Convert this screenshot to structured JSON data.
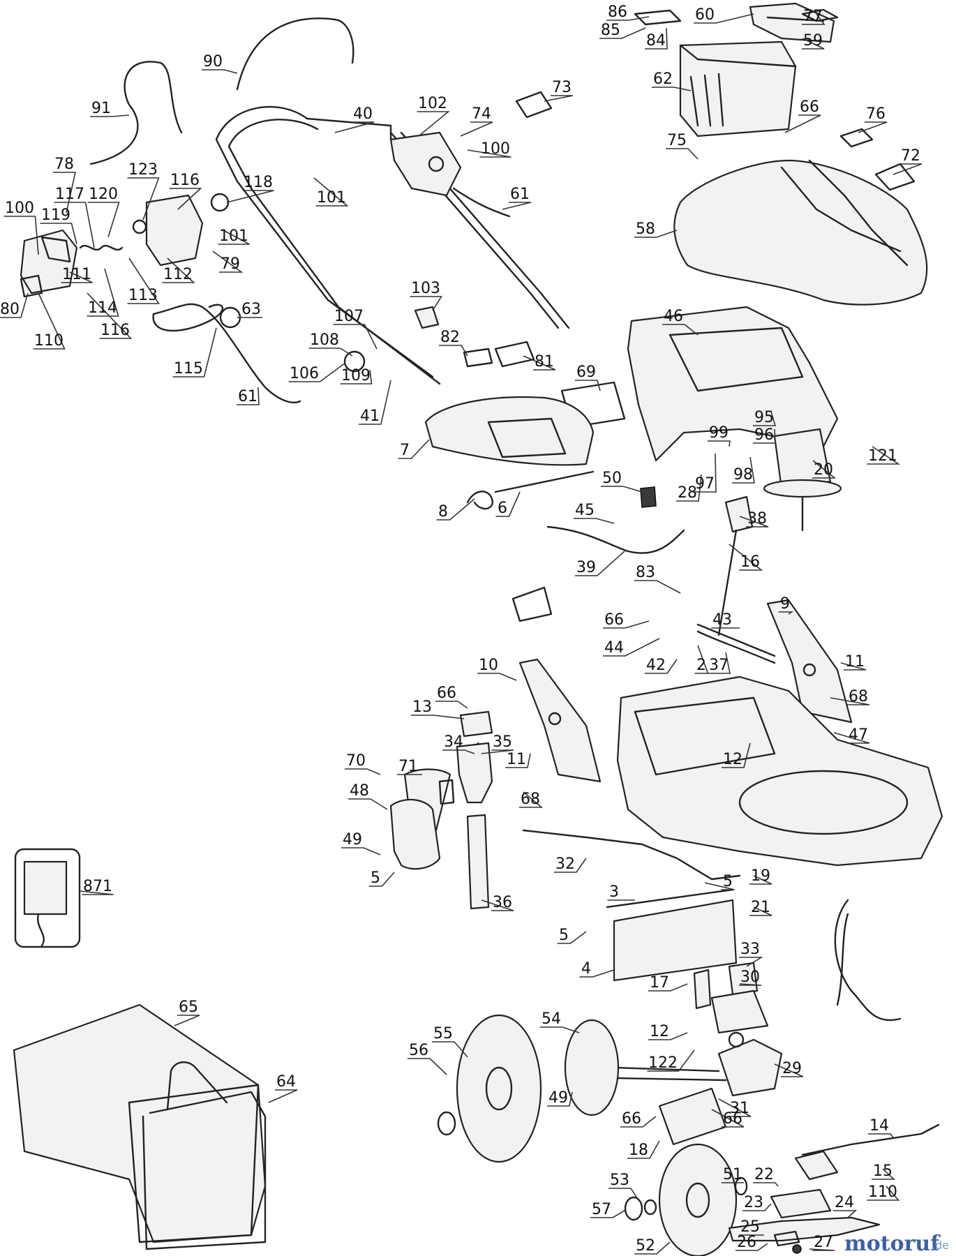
{
  "labels": [
    "86",
    "85",
    "84",
    "60",
    "77",
    "59",
    "90",
    "62",
    "102",
    "73",
    "74",
    "100",
    "91",
    "40",
    "66",
    "76",
    "75",
    "72",
    "78",
    "123",
    "116",
    "118",
    "101",
    "61",
    "58",
    "100",
    "117",
    "120",
    "119",
    "112",
    "101",
    "79",
    "111",
    "114",
    "113",
    "116",
    "80",
    "110",
    "115",
    "63",
    "61",
    "103",
    "82",
    "81",
    "107",
    "108",
    "106",
    "109",
    "41",
    "46",
    "69",
    "7",
    "95",
    "96",
    "99",
    "97",
    "98",
    "28",
    "121",
    "20",
    "50",
    "45",
    "8",
    "6",
    "39",
    "38",
    "16",
    "83",
    "66",
    "44",
    "43",
    "42",
    "2",
    "37",
    "9",
    "11",
    "68",
    "47",
    "12",
    "10",
    "66",
    "13",
    "34",
    "35",
    "11",
    "68",
    "70",
    "71",
    "48",
    "49",
    "5",
    "36",
    "32",
    "5",
    "19",
    "21",
    "871",
    "3",
    "5",
    "4",
    "33",
    "30",
    "17",
    "12",
    "54",
    "55",
    "122",
    "29",
    "56",
    "49",
    "31",
    "66",
    "66",
    "18",
    "65",
    "64",
    "14",
    "51",
    "22",
    "15",
    "110",
    "53",
    "23",
    "57",
    "52",
    "25",
    "24",
    "26",
    "27"
  ],
  "watermark": {
    "brand": "motoruf",
    "tld": ".de"
  }
}
